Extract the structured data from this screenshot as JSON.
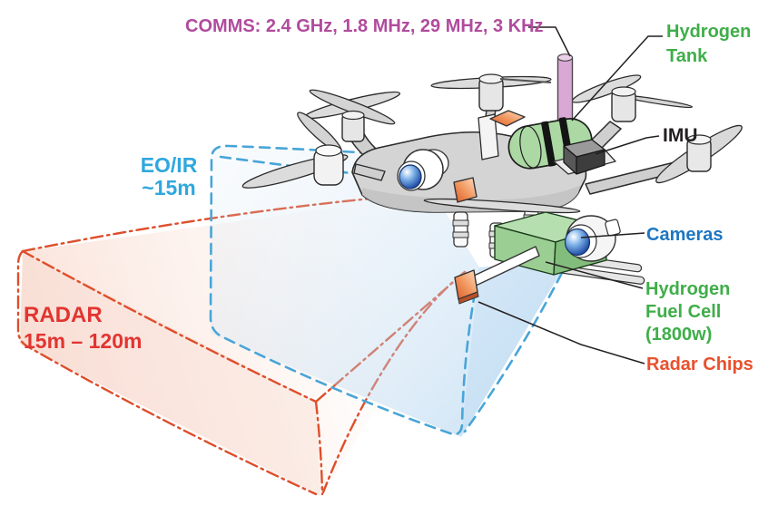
{
  "diagram_title": "Hexacopter UAV sensor and payload diagram",
  "labels": {
    "comms": {
      "text": "COMMS: 2.4 GHz, 1.8 MHz, 29 MHz, 3 KHz",
      "color": "#b04b9d"
    },
    "hydrogen_tank": {
      "line1": "Hydrogen",
      "line2": "Tank",
      "color": "#3fae49"
    },
    "imu": {
      "text": "IMU",
      "color": "#231f20"
    },
    "cameras": {
      "text": "Cameras",
      "color": "#1d76c1"
    },
    "hydrogen_fuel_cell": {
      "line1": "Hydrogen",
      "line2": "Fuel Cell",
      "line3": "(1800w)",
      "color": "#3fae49"
    },
    "radar_chips": {
      "text": "Radar Chips",
      "color": "#e8512d"
    },
    "eo_ir": {
      "line1": "EO/IR",
      "line2": "~15m",
      "color": "#2fa8de"
    },
    "radar": {
      "line1": "RADAR",
      "line2": "15m – 120m",
      "color": "#e23431"
    }
  },
  "beams": {
    "eo_ir": {
      "label": "EO/IR",
      "range": "~15m",
      "stroke_color": "#48a5d8",
      "style": "dashed"
    },
    "radar": {
      "label": "RADAR",
      "range": "15m – 120m",
      "stroke_color": "#de4e2b",
      "style": "dash-dot"
    }
  },
  "components": {
    "hydrogen_tank": {
      "name": "hydrogen-tank",
      "color": "#abd8a3"
    },
    "comms_antenna": {
      "name": "comms-antenna",
      "color": "#d9a8d4"
    },
    "imu": {
      "name": "imu-box",
      "color": "#585858"
    },
    "cameras": {
      "name": "camera-domes",
      "color": "#3a6cc6"
    },
    "fuel_cell": {
      "name": "hydrogen-fuel-cell",
      "color": "#9bce93"
    },
    "radar_chips": {
      "name": "radar-chips",
      "color": "#e8703f"
    },
    "airframe": {
      "name": "hexacopter-airframe",
      "color": "#d4d4d4"
    }
  }
}
